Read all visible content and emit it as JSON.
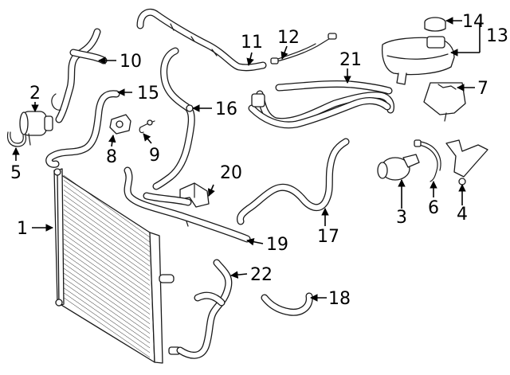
{
  "diagram": {
    "callouts": [
      {
        "id": "1",
        "text": "1"
      },
      {
        "id": "2",
        "text": "2"
      },
      {
        "id": "3",
        "text": "3"
      },
      {
        "id": "4",
        "text": "4"
      },
      {
        "id": "5",
        "text": "5"
      },
      {
        "id": "6",
        "text": "6"
      },
      {
        "id": "7",
        "text": "7"
      },
      {
        "id": "8",
        "text": "8"
      },
      {
        "id": "9",
        "text": "9"
      },
      {
        "id": "10",
        "text": "10"
      },
      {
        "id": "11",
        "text": "11"
      },
      {
        "id": "12",
        "text": "12"
      },
      {
        "id": "13",
        "text": "13"
      },
      {
        "id": "14",
        "text": "14"
      },
      {
        "id": "15",
        "text": "15"
      },
      {
        "id": "16",
        "text": "16"
      },
      {
        "id": "17",
        "text": "17"
      },
      {
        "id": "18",
        "text": "18"
      },
      {
        "id": "19",
        "text": "19"
      },
      {
        "id": "20",
        "text": "20"
      },
      {
        "id": "21",
        "text": "21"
      },
      {
        "id": "22",
        "text": "22"
      }
    ]
  }
}
